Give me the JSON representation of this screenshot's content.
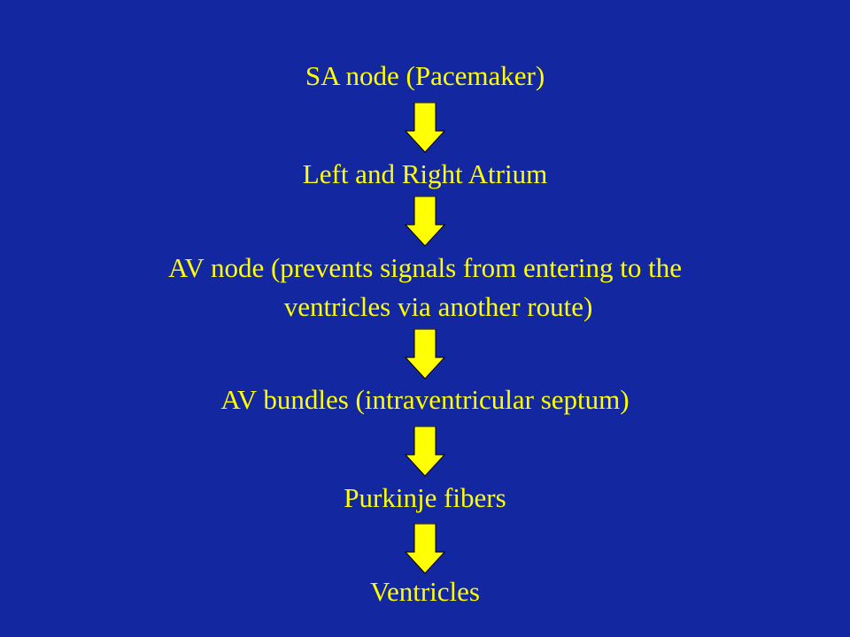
{
  "colors": {
    "background": "#1327A0",
    "text": "#FFFF00",
    "arrow": "#FFFF00"
  },
  "flow": {
    "steps": [
      {
        "lines": [
          "SA node (Pacemaker)"
        ]
      },
      {
        "lines": [
          "Left and Right Atrium"
        ]
      },
      {
        "lines": [
          "AV node (prevents signals from entering to the",
          "ventricles via another route)"
        ]
      },
      {
        "lines": [
          "AV bundles (intraventricular septum)"
        ]
      },
      {
        "lines": [
          "Purkinje fibers"
        ]
      },
      {
        "lines": [
          "Ventricles"
        ]
      }
    ],
    "arrow_icon": "down-arrow-icon"
  }
}
